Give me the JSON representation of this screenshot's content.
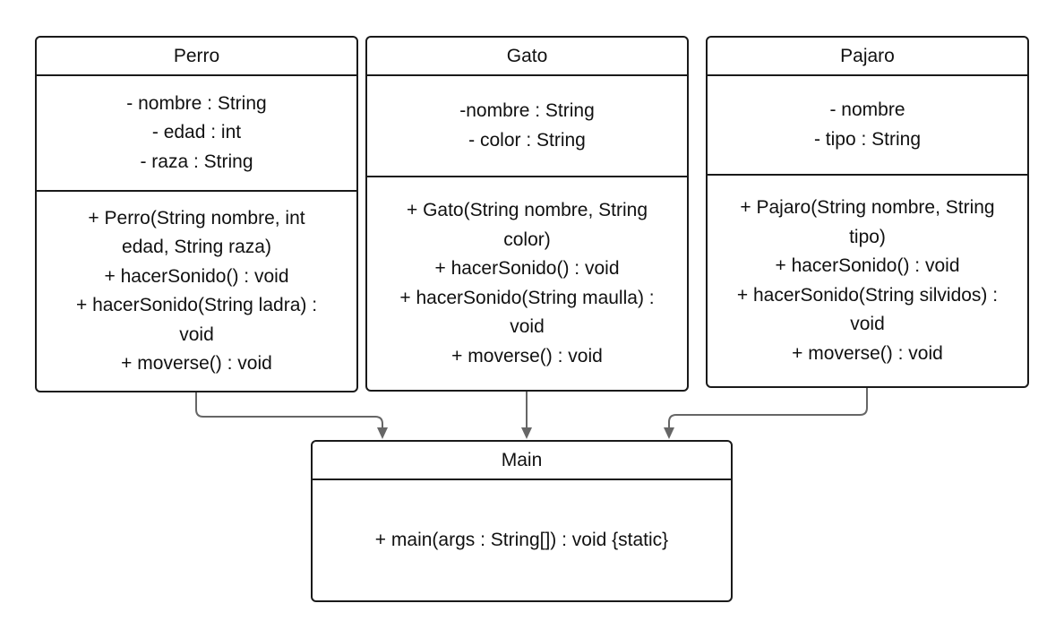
{
  "classes": {
    "perro": {
      "name": "Perro",
      "attributes": [
        "- nombre : String",
        "- edad : int",
        "- raza : String"
      ],
      "methods": [
        "+ Perro(String nombre, int",
        "edad, String raza)",
        "+ hacerSonido() : void",
        "+ hacerSonido(String ladra) :",
        "void",
        "+ moverse() : void"
      ]
    },
    "gato": {
      "name": "Gato",
      "attributes": [
        "-nombre : String",
        "- color : String"
      ],
      "methods": [
        "+ Gato(String nombre, String",
        "color)",
        "+ hacerSonido() : void",
        "+ hacerSonido(String maulla) :",
        "void",
        "+ moverse() : void"
      ]
    },
    "pajaro": {
      "name": "Pajaro",
      "attributes": [
        "- nombre",
        "- tipo : String"
      ],
      "methods": [
        "+ Pajaro(String nombre, String",
        "tipo)",
        "+ hacerSonido() : void",
        "+ hacerSonido(String silvidos) :",
        "void",
        "+ moverse() : void"
      ]
    },
    "main": {
      "name": "Main",
      "methods": [
        "+ main(args : String[]) : void {static}"
      ]
    }
  },
  "colors": {
    "border": "#1a1a1a",
    "connector": "#666666",
    "text": "#111111"
  }
}
